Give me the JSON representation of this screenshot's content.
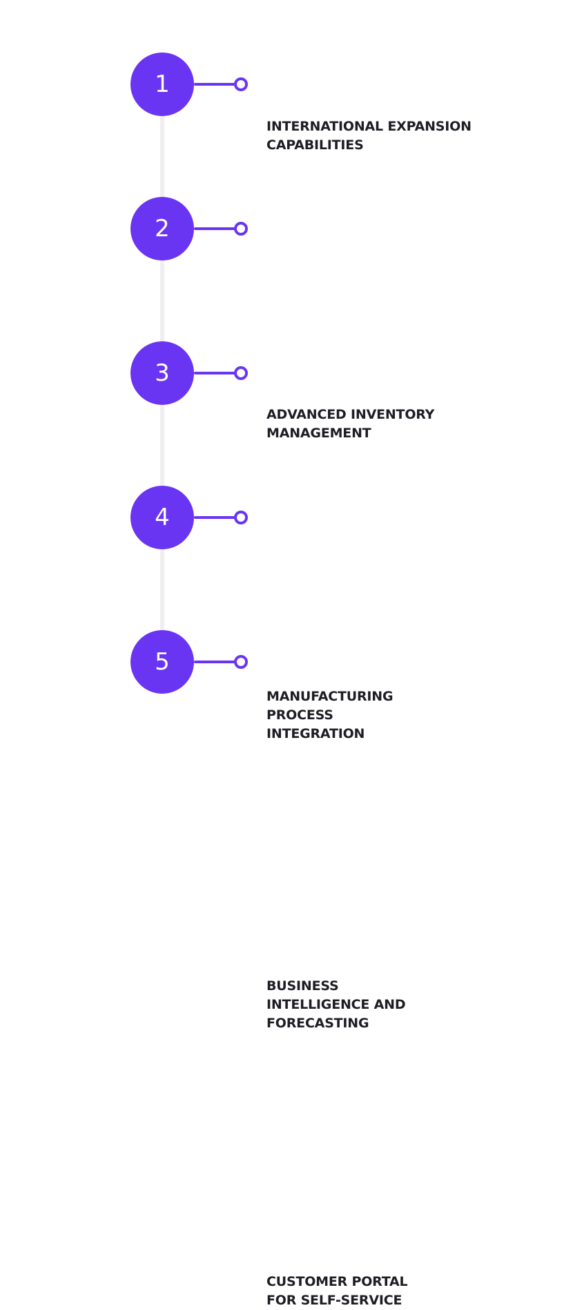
{
  "theme": {
    "accent": "#6a35f2",
    "track": "#efeff2",
    "text": "#1d1d24"
  },
  "steps": [
    {
      "number": "1",
      "label": "INTERNATIONAL EXPANSION\nCAPABILITIES"
    },
    {
      "number": "2",
      "label": "ADVANCED INVENTORY\nMANAGEMENT"
    },
    {
      "number": "3",
      "label": "MANUFACTURING\nPROCESS\nINTEGRATION"
    },
    {
      "number": "4",
      "label": "BUSINESS\nINTELLIGENCE AND\nFORECASTING"
    },
    {
      "number": "5",
      "label": "CUSTOMER PORTAL\nFOR SELF-SERVICE"
    }
  ]
}
